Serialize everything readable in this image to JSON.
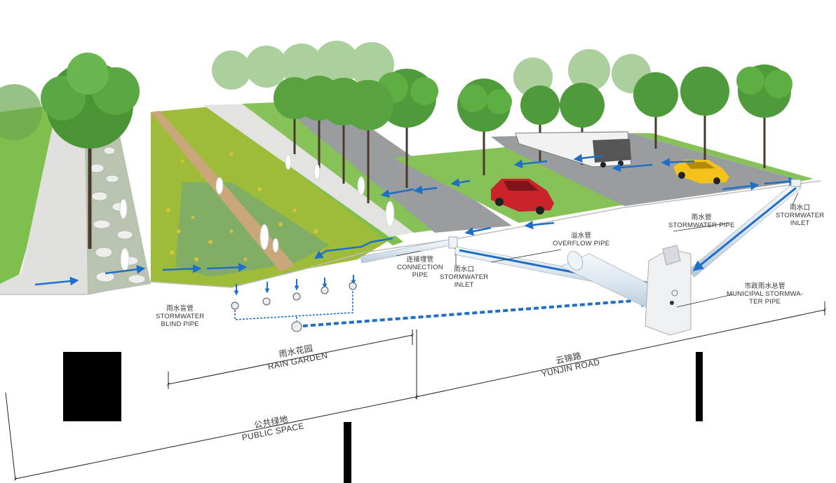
{
  "labels": {
    "stormwater_blind_pipe": {
      "cn": "雨水盲管",
      "en1": "STORMWATER",
      "en2": "BLIND PIPE"
    },
    "connection_pipe": {
      "cn": "连接埋管",
      "en1": "CONNECTION",
      "en2": "PIPE"
    },
    "stormwater_inlet_left": {
      "cn": "雨水口",
      "en1": "STORMWATER",
      "en2": "INLET"
    },
    "overflow_pipe": {
      "cn": "溢水管",
      "en1": "OVERFLOW PIPE"
    },
    "stormwater_pipe": {
      "cn": "雨水管",
      "en1": "STORMWATER PIPE"
    },
    "stormwater_inlet_right": {
      "cn": "雨水口",
      "en1": "STORMWATER",
      "en2": "INLET"
    },
    "municipal_pipe": {
      "cn": "市政雨水总管",
      "en1": "MUNICIPAL STORMWA-",
      "en2": "TER PIPE"
    }
  },
  "dimensions": {
    "rain_garden": {
      "cn": "雨水花园",
      "en": "RAIN GARDEN"
    },
    "yunjin_road": {
      "cn": "云锦路",
      "en": "YUNJIN ROAD"
    },
    "public_space": {
      "cn": "公共绿地",
      "en": "PUBLIC SPACE"
    }
  },
  "colors": {
    "flow_arrow": "#1f6fc9",
    "pipe": "#dfe9f2",
    "grass": "#7fbf4e",
    "garden": "#9fbb3a",
    "road": "#9a9da0",
    "walk": "#e0e0de",
    "boardwalk": "#c9a77a",
    "tree": "#4f9a3a",
    "car_red": "#c8242a",
    "car_yellow": "#f3c21c"
  },
  "icons": [
    "flow-arrow-icon",
    "pipe-cross-section-icon",
    "tree-icon",
    "car-icon",
    "bus-icon",
    "pedestrian-icon"
  ]
}
